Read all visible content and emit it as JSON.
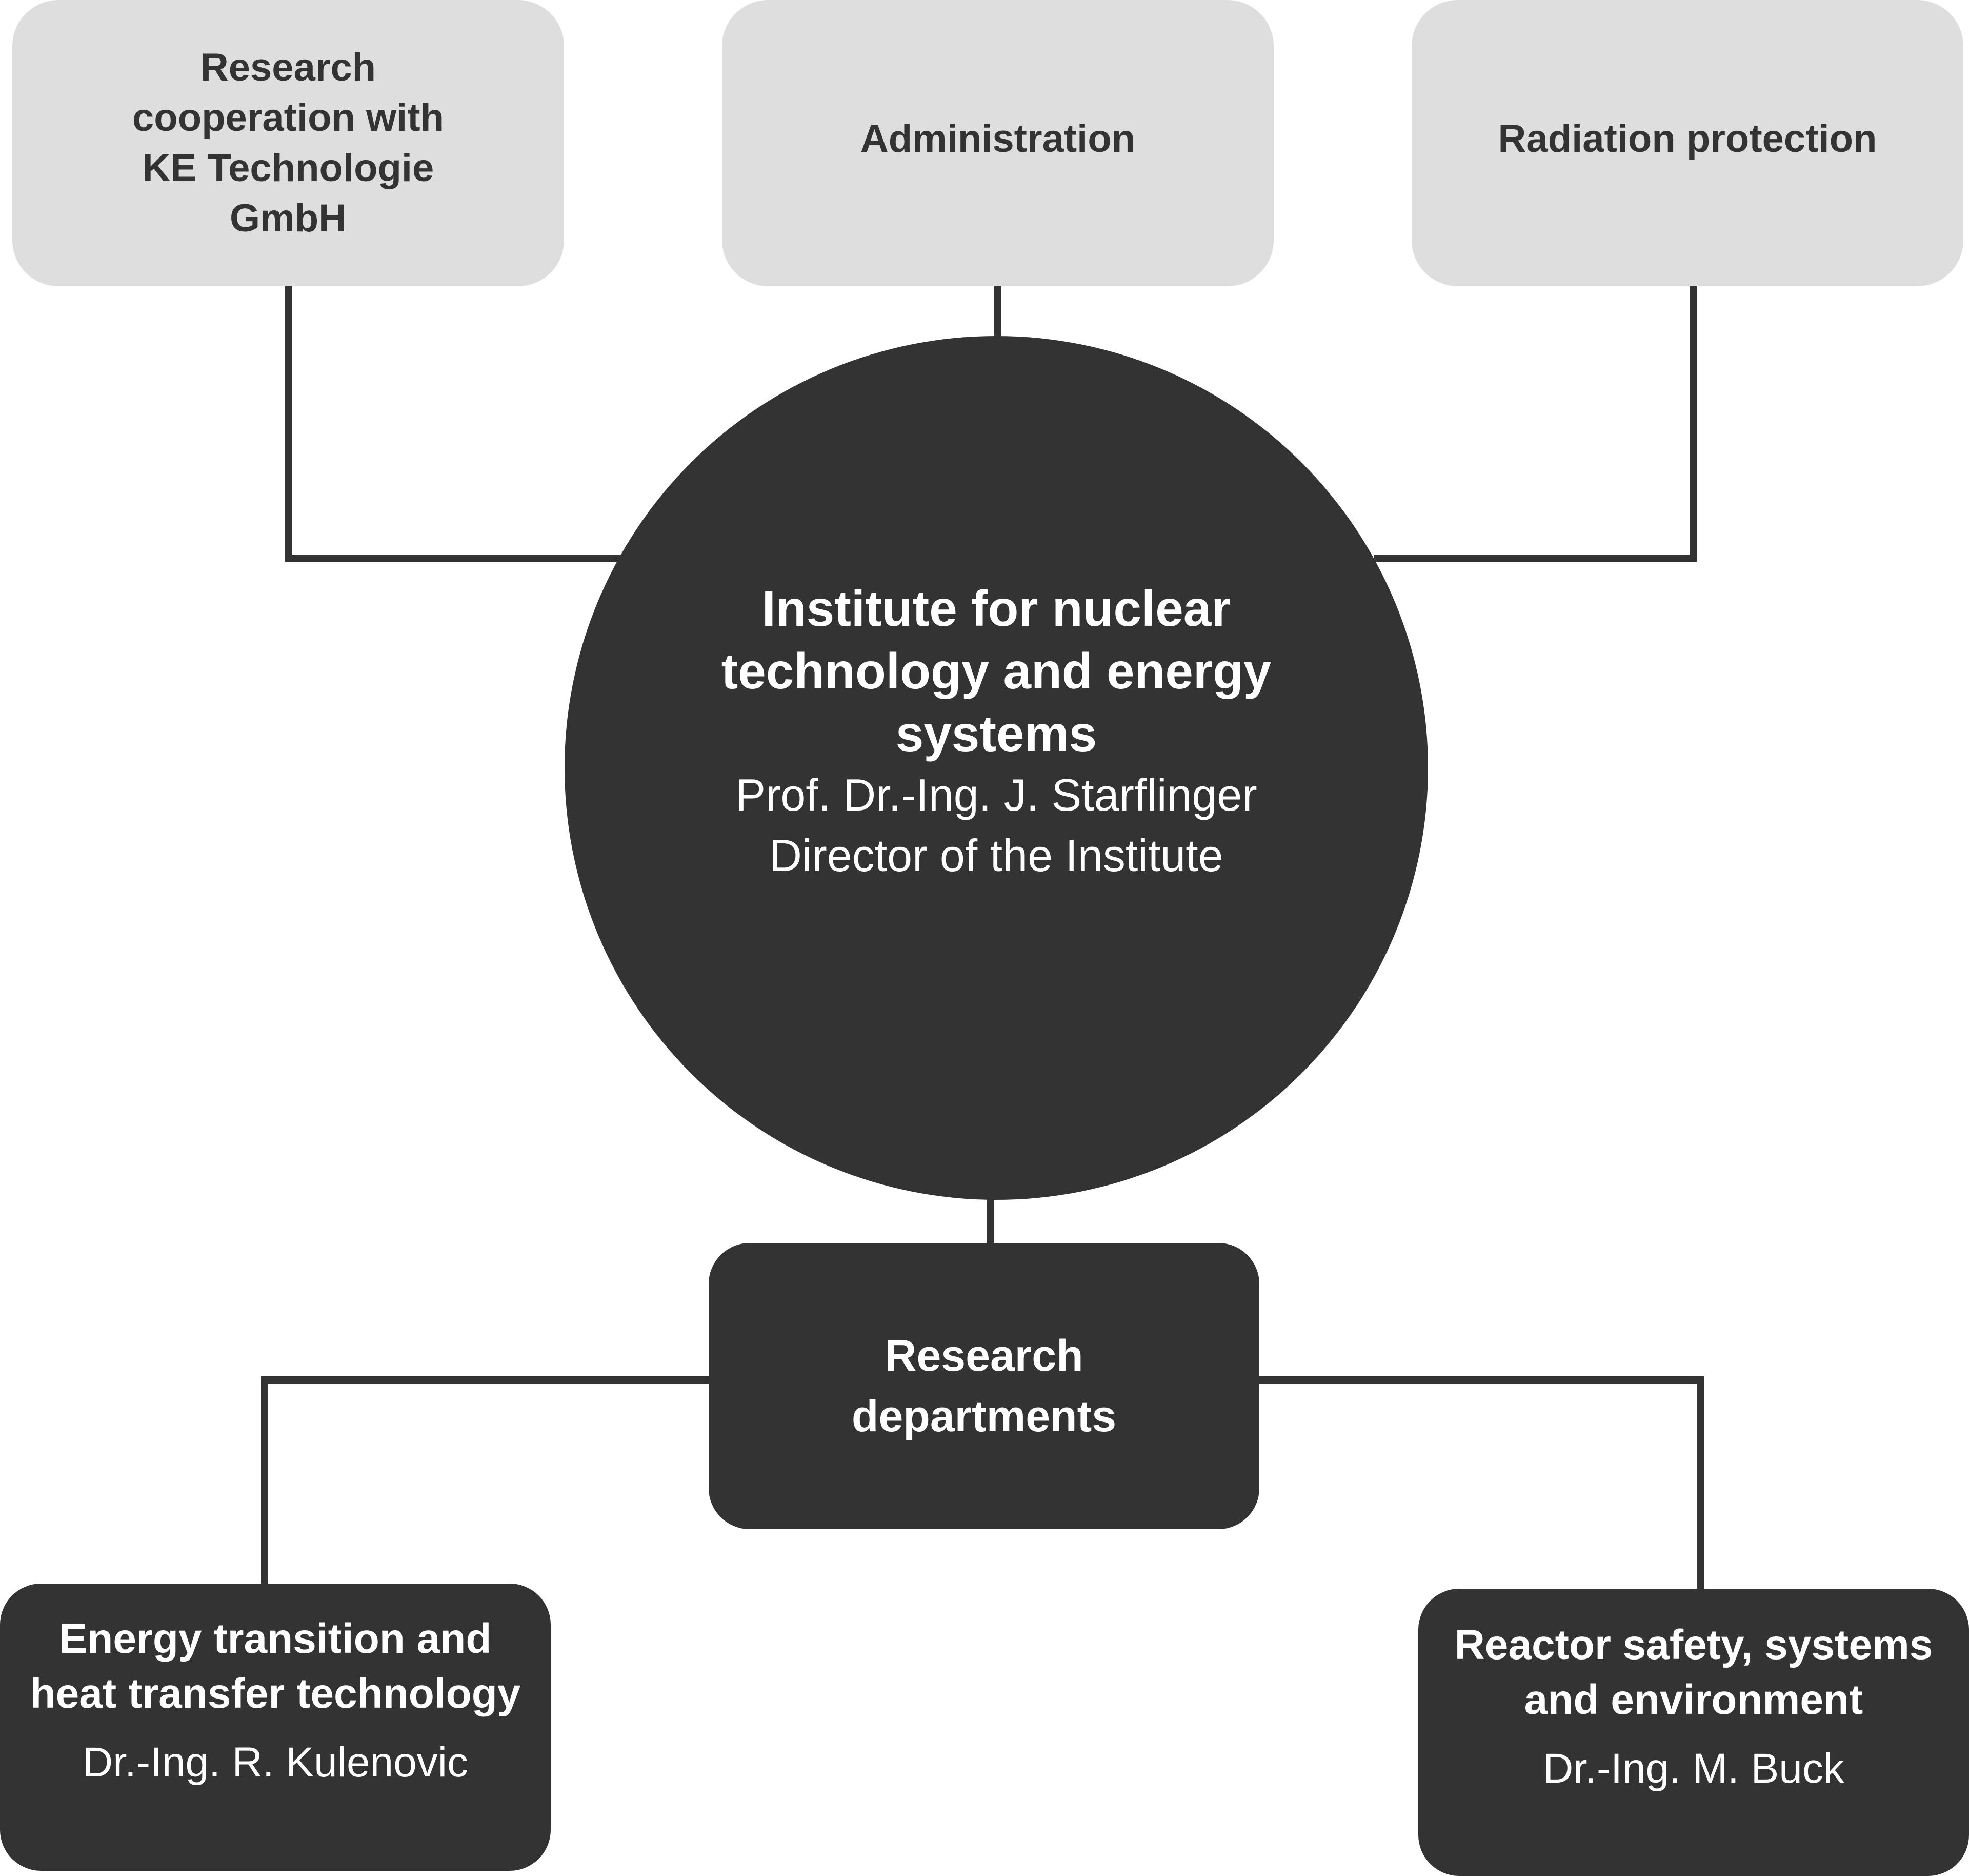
{
  "top_boxes": {
    "research_cooperation": [
      "Research",
      "cooperation with",
      "KE Technologie",
      "GmbH"
    ],
    "administration": "Administration",
    "radiation_protection": "Radiation protection"
  },
  "institute": {
    "title_lines": [
      "Institute for nuclear",
      "technology and energy",
      "systems"
    ],
    "director_name": "Prof. Dr.-Ing. J. Starflinger",
    "director_role": "Director of the Institute"
  },
  "research_departments": [
    "Research",
    "departments"
  ],
  "departments": {
    "energy_transition": {
      "title_lines": [
        "Energy transition and",
        "heat transfer technology"
      ],
      "head": "Dr.-Ing. R. Kulenovic"
    },
    "reactor_safety": {
      "title_lines": [
        "Reactor safety, systems",
        "and environment"
      ],
      "head": "Dr.-Ing. M. Buck"
    }
  },
  "colors": {
    "dark_fill": "#333333",
    "light_fill": "#dedede",
    "dark_text": "#333333",
    "light_text": "#ffffff",
    "connector": "#333333"
  }
}
